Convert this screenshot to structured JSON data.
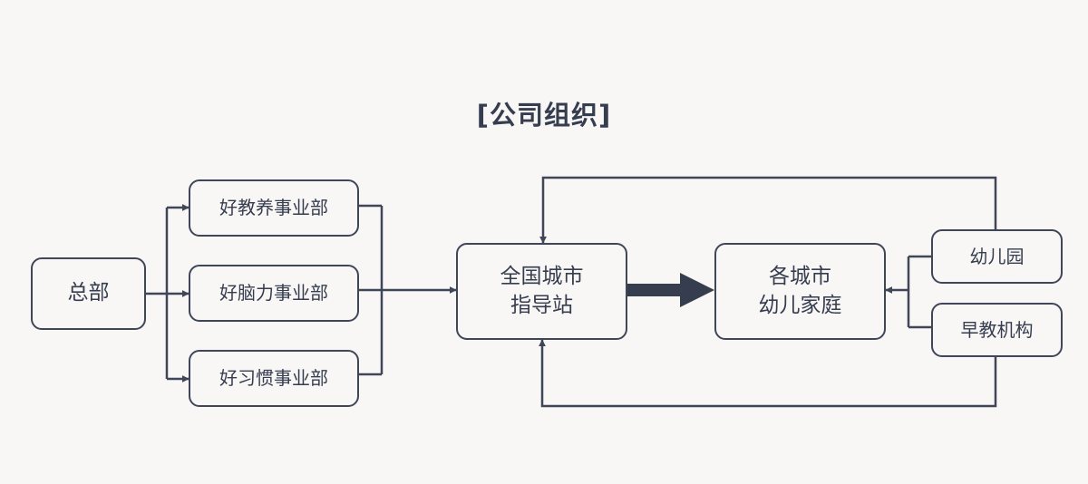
{
  "title": "[公司组织]",
  "nodes": {
    "headquarters": "总部",
    "divisions": [
      "好教养事业部",
      "好脑力事业部",
      "好习惯事业部"
    ],
    "city_station": {
      "line1": "全国城市",
      "line2": "指导站"
    },
    "families": {
      "line1": "各城市",
      "line2": "幼儿家庭"
    },
    "sources": [
      "幼儿园",
      "早教机构"
    ]
  },
  "colors": {
    "background": "#f9f7f6",
    "stroke": "#3f4658",
    "text": "#353d4f"
  }
}
